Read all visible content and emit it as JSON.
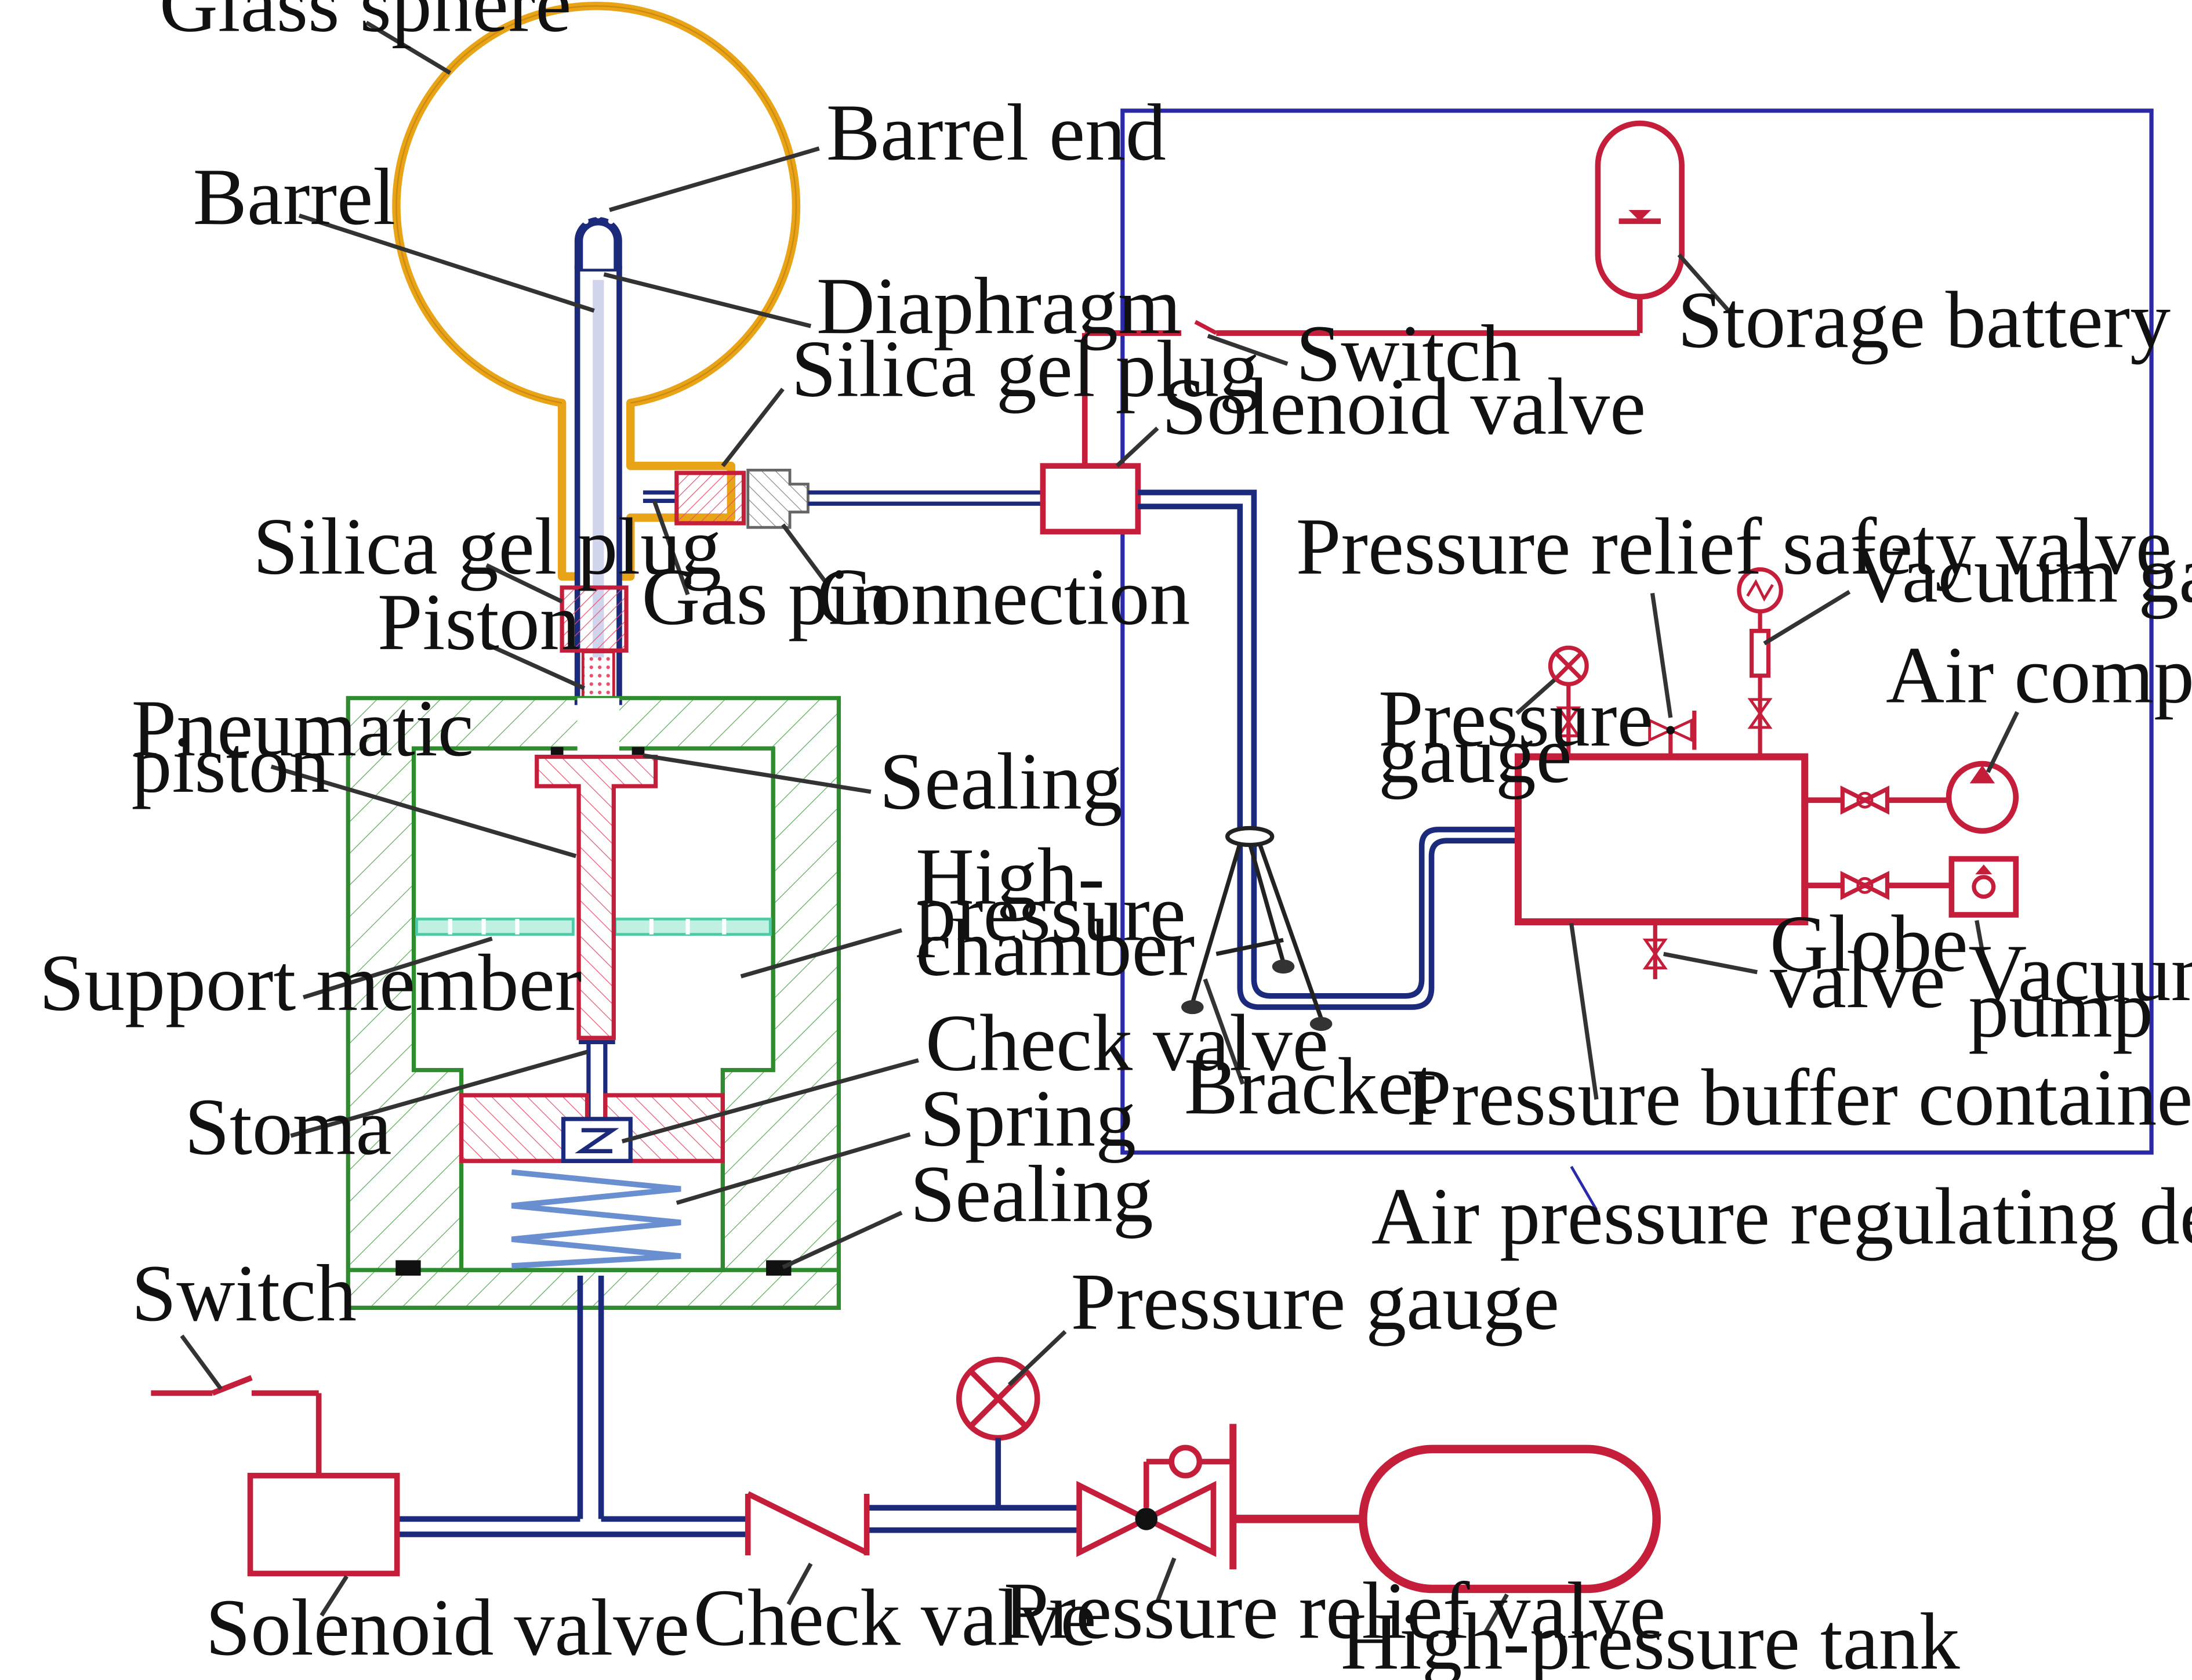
{
  "labels": {
    "glass_sphere": "Glass sphere",
    "barrel_end": "Barrel end",
    "barrel": "Barrel",
    "diaphragm": "Diaphragm",
    "silica_gel_plug_top": "Silica gel plug",
    "silica_gel_plug_left": "Silica gel plug",
    "gas_pin": "Gas pin",
    "connection": "Connection",
    "piston": "Piston",
    "pneumatic_piston_l1": "Pneumatic",
    "pneumatic_piston_l2": "piston",
    "sealing_top": "Sealing",
    "high_pressure_chamber_l1": "High-",
    "high_pressure_chamber_l2": "pressure",
    "high_pressure_chamber_l3": "chamber",
    "support_member": "Support member",
    "check_valve_upper": "Check valve",
    "stoma": "Stoma",
    "spring": "Spring",
    "sealing_bottom": "Sealing",
    "switch_bottom": "Switch",
    "solenoid_valve_bottom": "Solenoid valve",
    "check_valve_bottom": "Check valve",
    "pressure_gauge_bottom": "Pressure gauge",
    "pressure_relief_valve": "Pressure relief valve",
    "high_pressure_tank": "High-pressure tank",
    "switch_top": "Switch",
    "storage_battery": "Storage battery",
    "solenoid_valve_top": "Solenoid valve",
    "pressure_relief_safety_valve": "Pressure relief safety valve",
    "vacuum_gauge": "Vacuum gauge",
    "air_compressor": "Air compressor",
    "pressure_gauge_right_l1": "Pressure",
    "pressure_gauge_right_l2": "gauge",
    "globe_valve_l1": "Globe",
    "globe_valve_l2": "valve",
    "vacuum_pump_l1": "Vacuum",
    "vacuum_pump_l2": "pump",
    "bracket": "Bracket",
    "pressure_buffer_container": "Pressure buffer container",
    "air_pressure_regulating_device": "Air pressure regulating device"
  },
  "colors": {
    "sphere": "#e8a317",
    "housing": "#2e8b2e",
    "piston": "#e8506e",
    "pipe": "#1b2a7a",
    "device": "#c41e3a",
    "frame": "#2a2aa8",
    "support": "#4fc9a8",
    "spring": "#6a8fd0"
  }
}
